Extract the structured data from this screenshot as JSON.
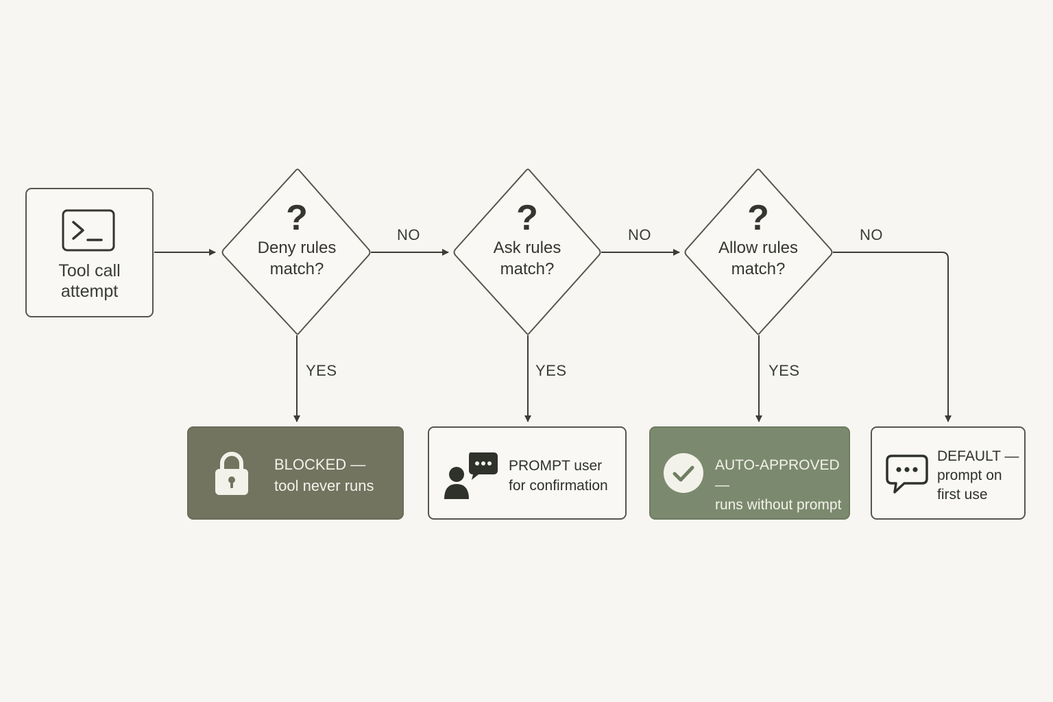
{
  "colors": {
    "background": "#f7f6f2",
    "stroke": "#55574f",
    "arrow": "#3b3d36",
    "blocked_fill": "#727460",
    "auto_approved_fill": "#7b8a6e"
  },
  "start": {
    "icon": "terminal-icon",
    "label": "Tool call\nattempt"
  },
  "decisions": [
    {
      "mark": "?",
      "label": "Deny rules\nmatch?"
    },
    {
      "mark": "?",
      "label": "Ask rules\nmatch?"
    },
    {
      "mark": "?",
      "label": "Allow rules\nmatch?"
    }
  ],
  "edge_labels": {
    "no": "NO",
    "yes": "YES"
  },
  "outcomes": [
    {
      "icon": "lock-icon",
      "title": "BLOCKED —",
      "text": "tool never runs"
    },
    {
      "icon": "user-chat-icon",
      "title": "PROMPT user",
      "text": "for confirmation"
    },
    {
      "icon": "checkmark-icon",
      "title": "AUTO-APPROVED —",
      "text": "runs without prompt"
    },
    {
      "icon": "chat-bubble-icon",
      "title": "DEFAULT —",
      "text": "prompt on\nfirst use"
    }
  ]
}
